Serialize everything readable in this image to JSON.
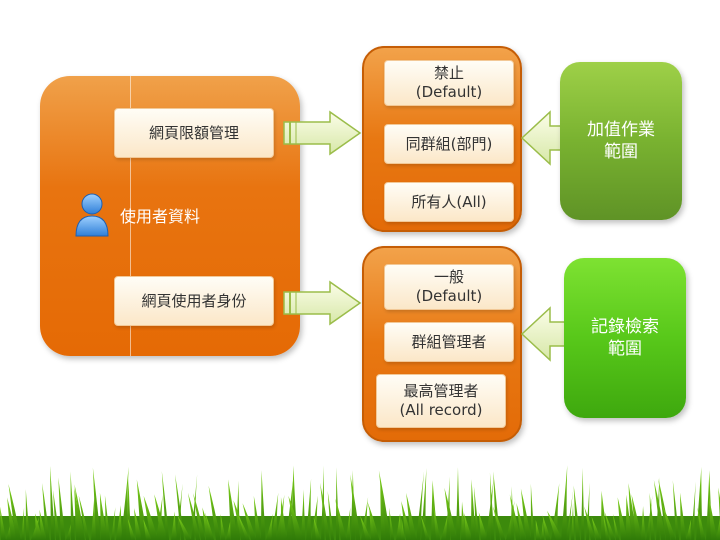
{
  "left_panel": {
    "quota_mgmt": "網頁限額管理",
    "user_data": "使用者資料",
    "user_identity": "網頁使用者身份"
  },
  "mid_top": {
    "items": [
      {
        "line1": "禁止",
        "line2": "(Default)"
      },
      {
        "line1": "同群組(部門)",
        "line2": ""
      },
      {
        "line1": "所有人(All)",
        "line2": ""
      }
    ]
  },
  "mid_bottom": {
    "items": [
      {
        "line1": "一般",
        "line2": "(Default)"
      },
      {
        "line1": "群組管理者",
        "line2": ""
      },
      {
        "line1": "最高管理者",
        "line2": "(All record)"
      }
    ]
  },
  "right_top": {
    "line1": "加值作業",
    "line2": "範圍"
  },
  "right_bottom": {
    "line1": "記錄檢索",
    "line2": "範圍"
  },
  "colors": {
    "orange": "#e87410",
    "green_dark": "#79b230",
    "green_bright": "#58c81a"
  },
  "icons": {
    "user": "user-icon"
  }
}
